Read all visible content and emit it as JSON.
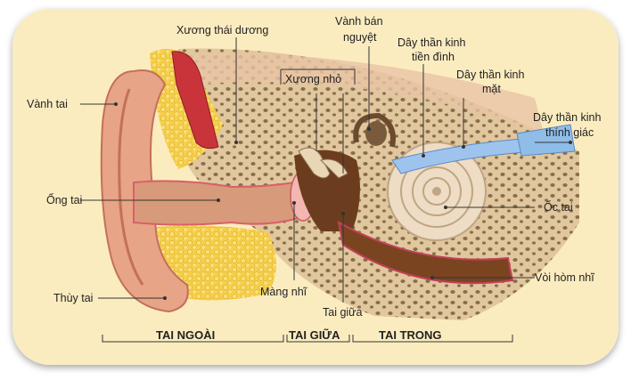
{
  "labels": {
    "vanh_tai": "Vành tai",
    "xuong_thai_duong": "Xương thái dương",
    "vanh_ban_nguyet_1": "Vành bán",
    "vanh_ban_nguyet_2": "nguyệt",
    "xuong_nho": "Xương nhỏ",
    "tien_dinh_1": "Dây thần kinh",
    "tien_dinh_2": "tiền đình",
    "mat_1": "Dây thần kinh",
    "mat_2": "mặt",
    "thinh_giac_1": "Dây thần kinh",
    "thinh_giac_2": "thính giác",
    "ong_tai": "Ống tai",
    "oc_tai": "Ốc tai",
    "voi_hom_nhi": "Vòi hòm nhĩ",
    "thuy_tai": "Thùy tai",
    "mang_nhi": "Màng nhĩ",
    "tai_giua_lbl": "Tai giữa"
  },
  "sections": {
    "tai_ngoai": "TAI NGOÀI",
    "tai_giua": "TAI GIỮA",
    "tai_trong": "TAI TRONG"
  }
}
